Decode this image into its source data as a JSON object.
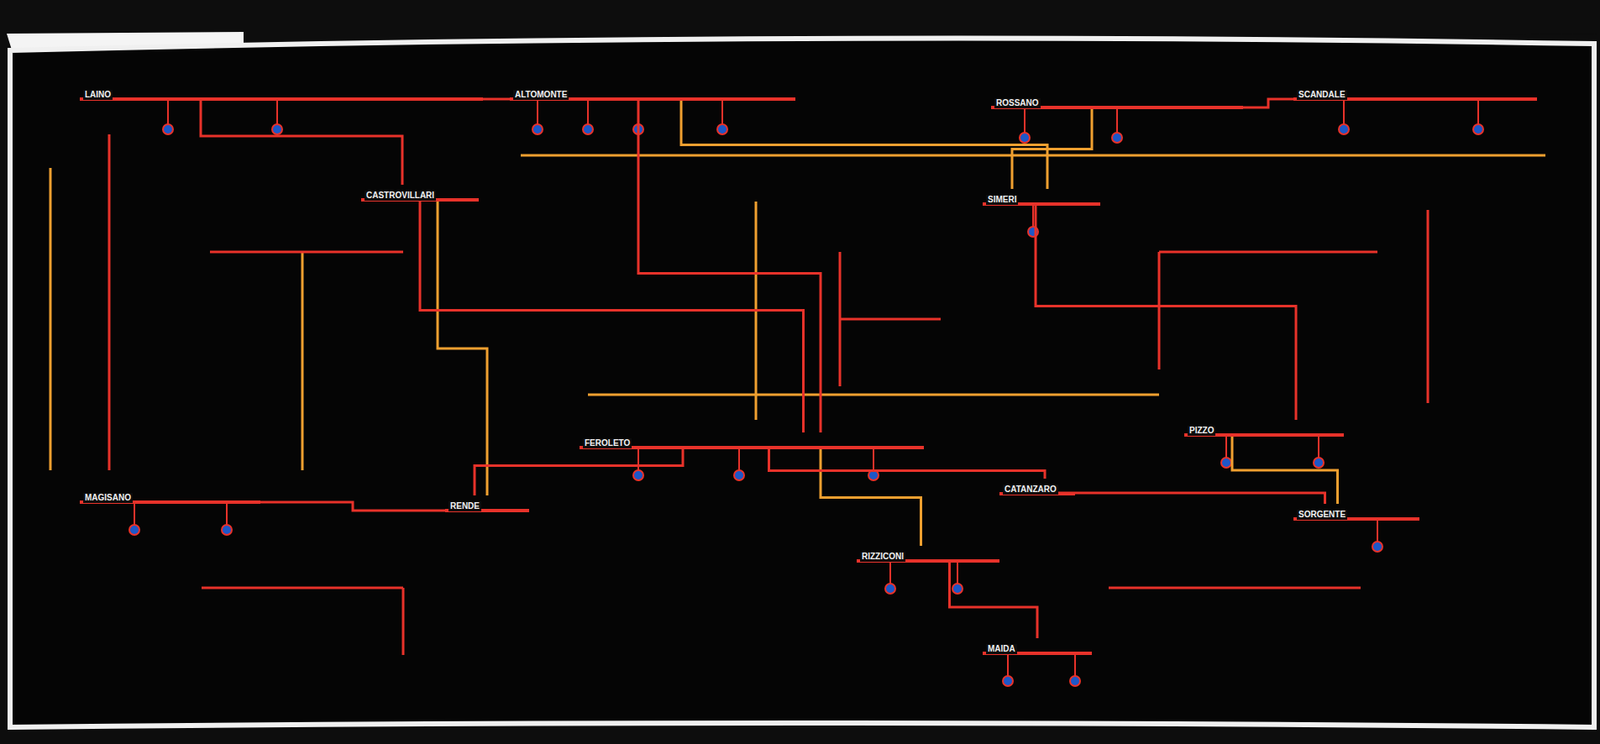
{
  "diagram": {
    "nodes": [
      {
        "text": [
          "ALTOMONTE"
        ]
      },
      {
        "text": [
          "LAINO"
        ]
      },
      {
        "text": [
          "ROSSANO"
        ]
      },
      {
        "text": [
          "SCANDALE"
        ]
      },
      {
        "text": [
          "FEROLETO"
        ]
      },
      {
        "text": [
          "RIZZICONI"
        ]
      },
      {
        "text": [
          "MAGISANO"
        ]
      },
      {
        "text": [
          "RENDE"
        ]
      },
      {
        "text": [
          "CATANZARO"
        ]
      },
      {
        "text": [
          "SIMERI"
        ]
      },
      {
        "text": [
          "PIZZO"
        ]
      },
      {
        "text": [
          "MAIDA"
        ]
      },
      {
        "text": [
          "CASTROVILLARI"
        ]
      },
      {
        "text": [
          "SORGENTE"
        ]
      }
    ],
    "edges": [
      {
        "from": 1,
        "to": 0,
        "arrow": "none"
      },
      {
        "from": 0,
        "to": 9,
        "arrow": "none"
      },
      {
        "from": 0,
        "to": 4,
        "arrow": "none"
      },
      {
        "from": 1,
        "to": 12,
        "arrow": "none"
      },
      {
        "from": 12,
        "to": 7,
        "arrow": "none"
      },
      {
        "from": 6,
        "to": 7,
        "arrow": "none"
      },
      {
        "from": 7,
        "to": 4,
        "arrow": "none"
      },
      {
        "from": 4,
        "to": 5,
        "arrow": "none"
      },
      {
        "from": 4,
        "to": 8,
        "arrow": "none"
      },
      {
        "from": 8,
        "to": 13,
        "arrow": "none"
      },
      {
        "from": 9,
        "to": 2,
        "arrow": "none"
      },
      {
        "from": 2,
        "to": 3,
        "arrow": "none"
      },
      {
        "from": 9,
        "to": 10,
        "arrow": "none"
      },
      {
        "from": 10,
        "to": 13,
        "arrow": "none"
      },
      {
        "from": 5,
        "to": 11,
        "arrow": "none"
      },
      {
        "from": 12,
        "to": 4,
        "arrow": "none"
      }
    ]
  }
}
